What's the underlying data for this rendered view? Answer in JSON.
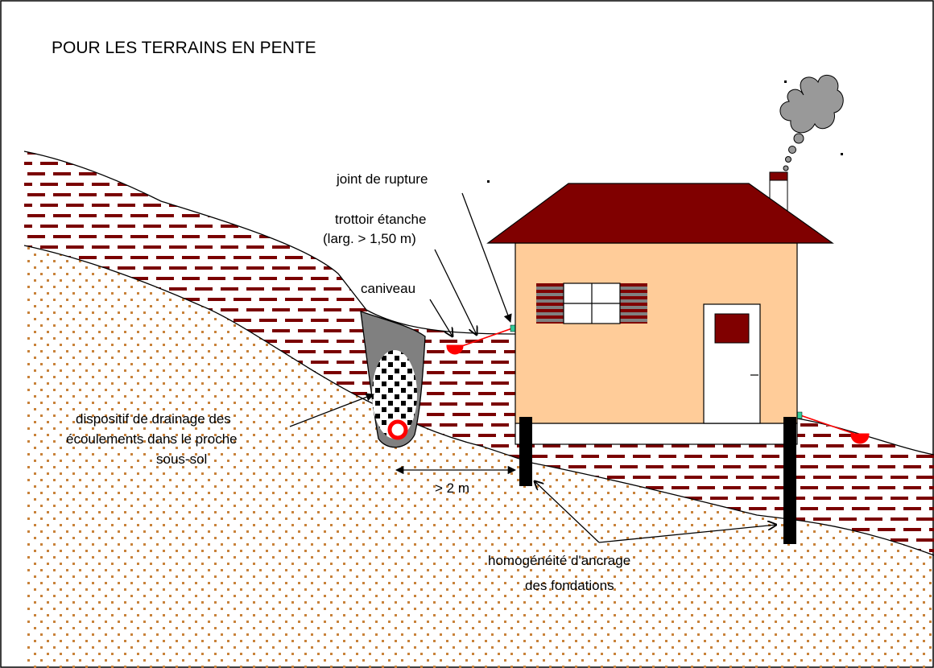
{
  "title": "POUR LES TERRAINS EN PENTE",
  "labels": {
    "joint": "joint de rupture",
    "trottoir_1": "trottoir étanche",
    "trottoir_2": "(larg. > 1,50 m)",
    "caniveau": "caniveau",
    "drainage_1": "dispositif de drainage des",
    "drainage_2": "écoulements dans le proche",
    "drainage_3": "sous-sol",
    "distance": "> 2 m",
    "ancrage_1": "homogénéité d'ancrage",
    "ancrage_2": "des fondations"
  },
  "colors": {
    "brick": "#7a0000",
    "sand": "#c8823a",
    "roof": "#800000",
    "wall": "#ffcc99",
    "trench": "#808080",
    "smoke": "#999999",
    "accent_red": "#ff0000",
    "joint": "#33cc99"
  }
}
